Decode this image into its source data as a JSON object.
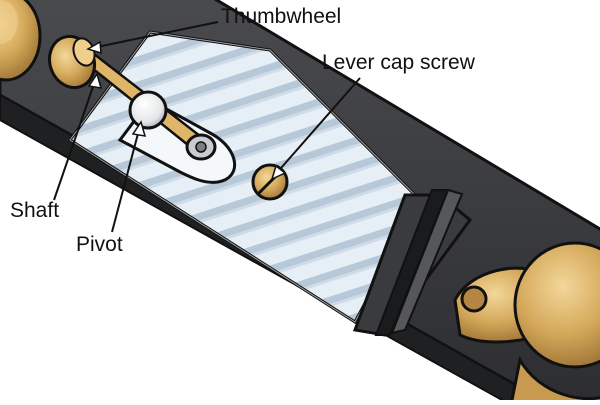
{
  "labels": {
    "thumbwheel": "Thumbwheel",
    "lever_cap_screw": "Lever cap screw",
    "shaft": "Shaft",
    "pivot": "Pivot"
  },
  "colors": {
    "plane_body": "#38393c",
    "blade_light": "#e6eef6",
    "blade_shade": "#a9bccd",
    "brass": "#d4a85a",
    "brass_dark": "#9c7234",
    "outline": "#111111"
  }
}
